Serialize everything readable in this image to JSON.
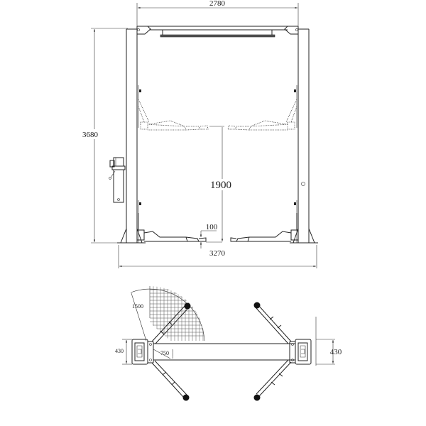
{
  "front_view": {
    "dimensions": {
      "overall_width_top": "2780",
      "overall_height": "3680",
      "lift_height": "1900",
      "min_pad_height": "100",
      "overall_base_width": "3270"
    }
  },
  "top_view": {
    "dimensions": {
      "arm_swing_radius": "1500",
      "short_arm_reach": "750",
      "column_depth_left": "430",
      "column_depth_right": "430"
    }
  },
  "colors": {
    "line": "#222222",
    "background": "#ffffff"
  }
}
